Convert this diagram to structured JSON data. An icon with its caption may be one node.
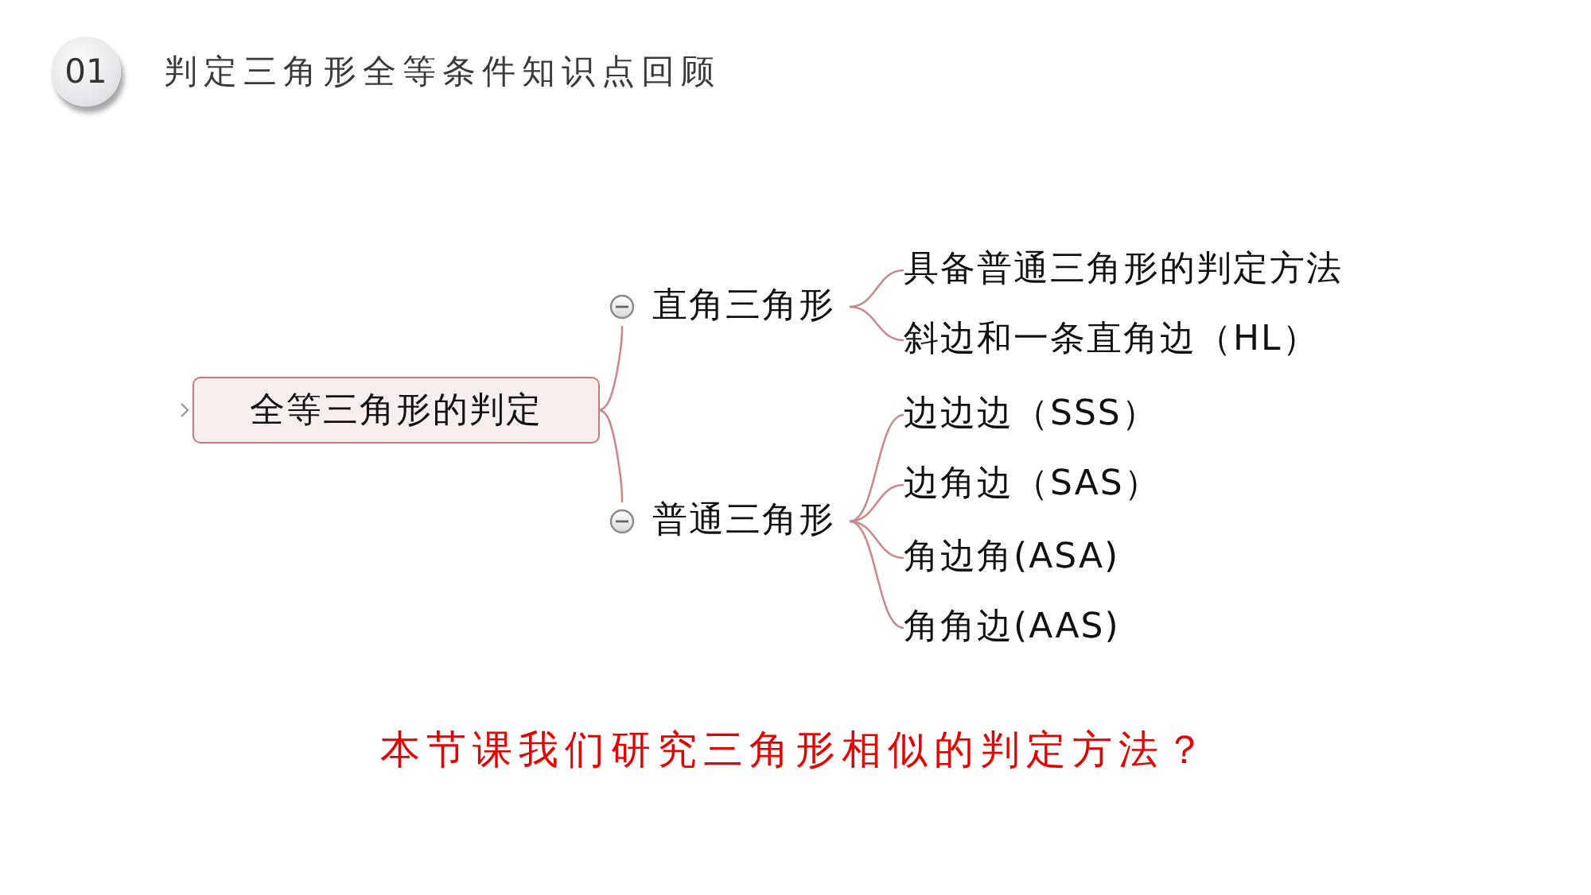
{
  "diagram": {
    "title": "判定三角形全等条件知识点回顾",
    "caption": "本节课我们研究三角形相似的判定方法？",
    "nodes": [
      {
        "text": [
          "01"
        ]
      },
      {
        "text": [
          "全等三角形的判定"
        ]
      },
      {
        "text": [
          "直角三角形"
        ]
      },
      {
        "text": [
          "普通三角形"
        ]
      },
      {
        "text": [
          "具备普通三角形的判定方法"
        ]
      },
      {
        "text": [
          "斜边和一条直角边（HL）"
        ]
      },
      {
        "text": [
          "边边边（SSS）"
        ]
      },
      {
        "text": [
          "边角边（SAS）"
        ]
      },
      {
        "text": [
          "角边角(ASA)"
        ]
      },
      {
        "text": [
          "角角边(AAS)"
        ]
      }
    ],
    "edges": [
      {
        "from": 1,
        "to": 2,
        "arrow": "none"
      },
      {
        "from": 1,
        "to": 3,
        "arrow": "none"
      },
      {
        "from": 2,
        "to": 4,
        "arrow": "none"
      },
      {
        "from": 2,
        "to": 5,
        "arrow": "none"
      },
      {
        "from": 3,
        "to": 6,
        "arrow": "none"
      },
      {
        "from": 3,
        "to": 7,
        "arrow": "none"
      },
      {
        "from": 3,
        "to": 8,
        "arrow": "none"
      },
      {
        "from": 3,
        "to": 9,
        "arrow": "none"
      }
    ]
  }
}
